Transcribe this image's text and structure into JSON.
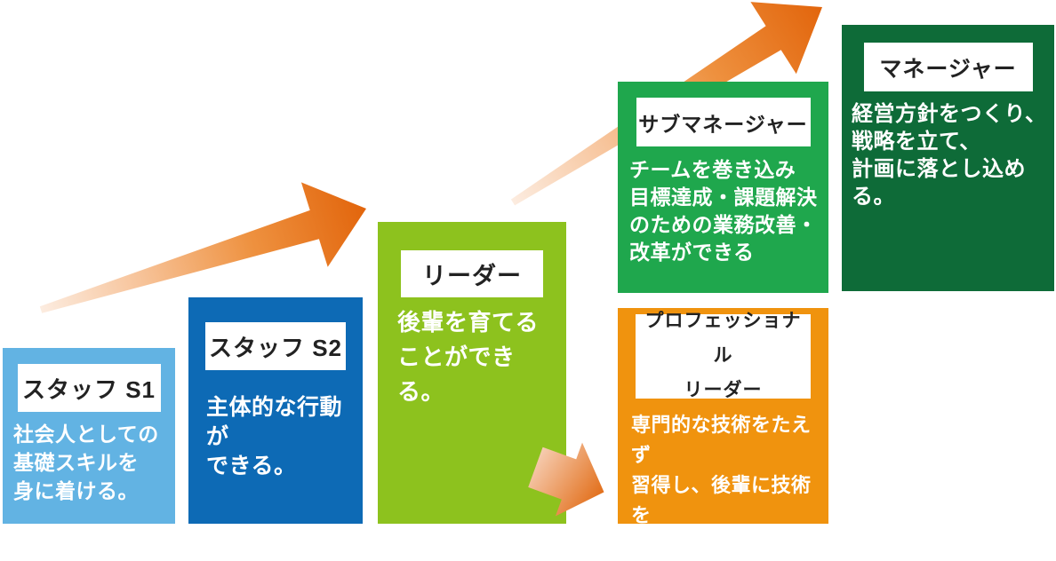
{
  "diagram_name": "career-ladder",
  "palette": {
    "staff_s1": "#62b3e3",
    "staff_s2": "#0d6ab5",
    "leader": "#8dc21e",
    "sub_manager": "#1fa74d",
    "professional_leader": "#f0930e",
    "manager": "#0e6b38",
    "arrow_tail": "#fcece0",
    "arrow_head": "#e2650c",
    "label_plate": "#ffffff",
    "label_text": "#222222",
    "body_text": "#ffffff"
  },
  "levels": [
    {
      "id": "staff-s1",
      "label": "スタッフ S1",
      "description": "社会人としての\n基礎スキルを\n身に着ける。",
      "color": "#62b3e3"
    },
    {
      "id": "staff-s2",
      "label": "スタッフ S2",
      "description": "主体的な行動が\nできる。",
      "color": "#0d6ab5"
    },
    {
      "id": "leader",
      "label": "リーダー",
      "description": "後輩を育てる\nことができる。",
      "color": "#8dc21e"
    },
    {
      "id": "sub-manager",
      "label": "サブマネージャー",
      "description": "チームを巻き込み\n目標達成・課題解決\nのための業務改善・\n改革ができる",
      "color": "#1fa74d"
    },
    {
      "id": "professional-leader",
      "label": "プロフェッショナル\nリーダー",
      "description": "専門的な技術をたえず\n習得し、後輩に技術を\n伝承できる。",
      "color": "#f0930e"
    },
    {
      "id": "manager",
      "label": "マネージャー",
      "description": "経営方針をつくり、\n戦略を立て、\n計画に落とし込める。",
      "color": "#0e6b38"
    }
  ]
}
